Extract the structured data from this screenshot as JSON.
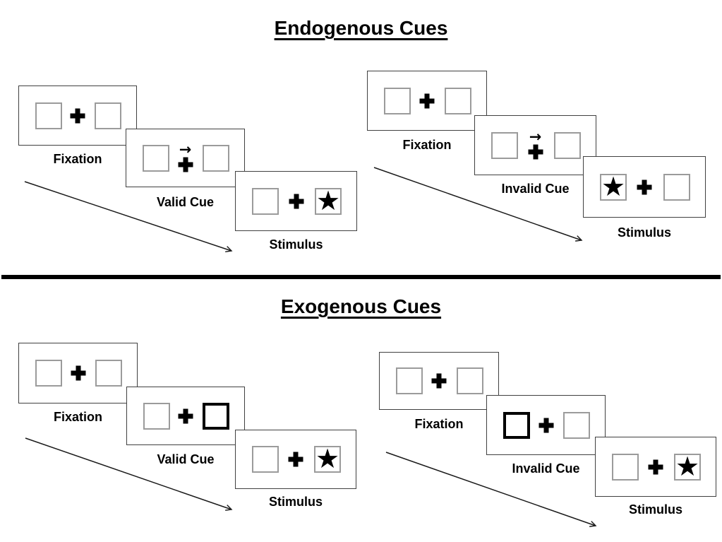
{
  "sections": [
    {
      "title": "Endogenous Cues",
      "groups": [
        {
          "name": "valid-trial",
          "panels": [
            {
              "label": "Fixation",
              "left_box": "empty",
              "right_box": "empty",
              "center": "fixation-cross"
            },
            {
              "label": "Valid Cue",
              "left_box": "empty",
              "right_box": "empty",
              "center": "fixation-cross",
              "cue": "arrow-right-above-cross"
            },
            {
              "label": "Stimulus",
              "left_box": "empty",
              "right_box": "star",
              "center": "fixation-cross"
            }
          ]
        },
        {
          "name": "invalid-trial",
          "panels": [
            {
              "label": "Fixation",
              "left_box": "empty",
              "right_box": "empty",
              "center": "fixation-cross"
            },
            {
              "label": "Invalid Cue",
              "left_box": "empty",
              "right_box": "empty",
              "center": "fixation-cross",
              "cue": "arrow-right-above-cross"
            },
            {
              "label": "Stimulus",
              "left_box": "star",
              "right_box": "empty",
              "center": "fixation-cross"
            }
          ]
        }
      ]
    },
    {
      "title": "Exogenous Cues",
      "groups": [
        {
          "name": "valid-trial",
          "panels": [
            {
              "label": "Fixation",
              "left_box": "empty",
              "right_box": "empty",
              "center": "fixation-cross"
            },
            {
              "label": "Valid Cue",
              "left_box": "empty",
              "right_box": "empty",
              "center": "fixation-cross",
              "cue": "highlight-right-box"
            },
            {
              "label": "Stimulus",
              "left_box": "empty",
              "right_box": "star",
              "center": "fixation-cross"
            }
          ]
        },
        {
          "name": "invalid-trial",
          "panels": [
            {
              "label": "Fixation",
              "left_box": "empty",
              "right_box": "empty",
              "center": "fixation-cross"
            },
            {
              "label": "Invalid Cue",
              "left_box": "empty",
              "right_box": "empty",
              "center": "fixation-cross",
              "cue": "highlight-left-box"
            },
            {
              "label": "Stimulus",
              "left_box": "empty",
              "right_box": "star",
              "center": "fixation-cross"
            }
          ]
        }
      ]
    }
  ],
  "symbols": {
    "star": "★",
    "cue_arrow": "→"
  },
  "colors": {
    "ink": "#000000",
    "panel_border": "#404040",
    "box_border": "#9b9b9b",
    "highlight_border": "#000000"
  }
}
